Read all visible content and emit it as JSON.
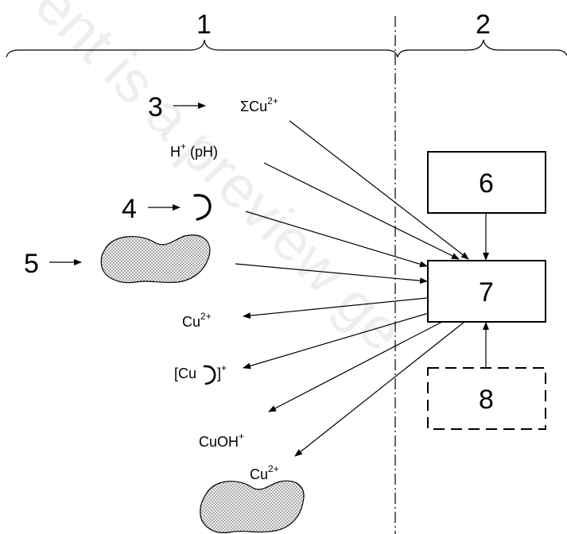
{
  "regions": {
    "left": "1",
    "right": "2"
  },
  "markers": {
    "m3": "3",
    "m4": "4",
    "m5": "5"
  },
  "boxes": {
    "b6": "6",
    "b7": "7",
    "b8": "8"
  },
  "inputs": {
    "total_copper": {
      "sym": "ΣCu",
      "charge": "2+"
    },
    "proton": {
      "sym": "H",
      "charge": "+",
      "suffix": " (pH)"
    }
  },
  "outputs": {
    "cu_free": {
      "sym": "Cu",
      "charge": "2+"
    },
    "cu_complex": {
      "open": "[Cu",
      "close": "]",
      "charge": "+"
    },
    "cu_hydroxide": {
      "sym": "CuOH",
      "charge": "+"
    },
    "cu_adsorbed": {
      "sym": "Cu",
      "charge": "2+"
    }
  },
  "watermark": "ent is a preview ge",
  "colors": {
    "stroke": "#000000",
    "stipple_fill": "#e4e4e4",
    "watermark": "#cfcfcf"
  }
}
